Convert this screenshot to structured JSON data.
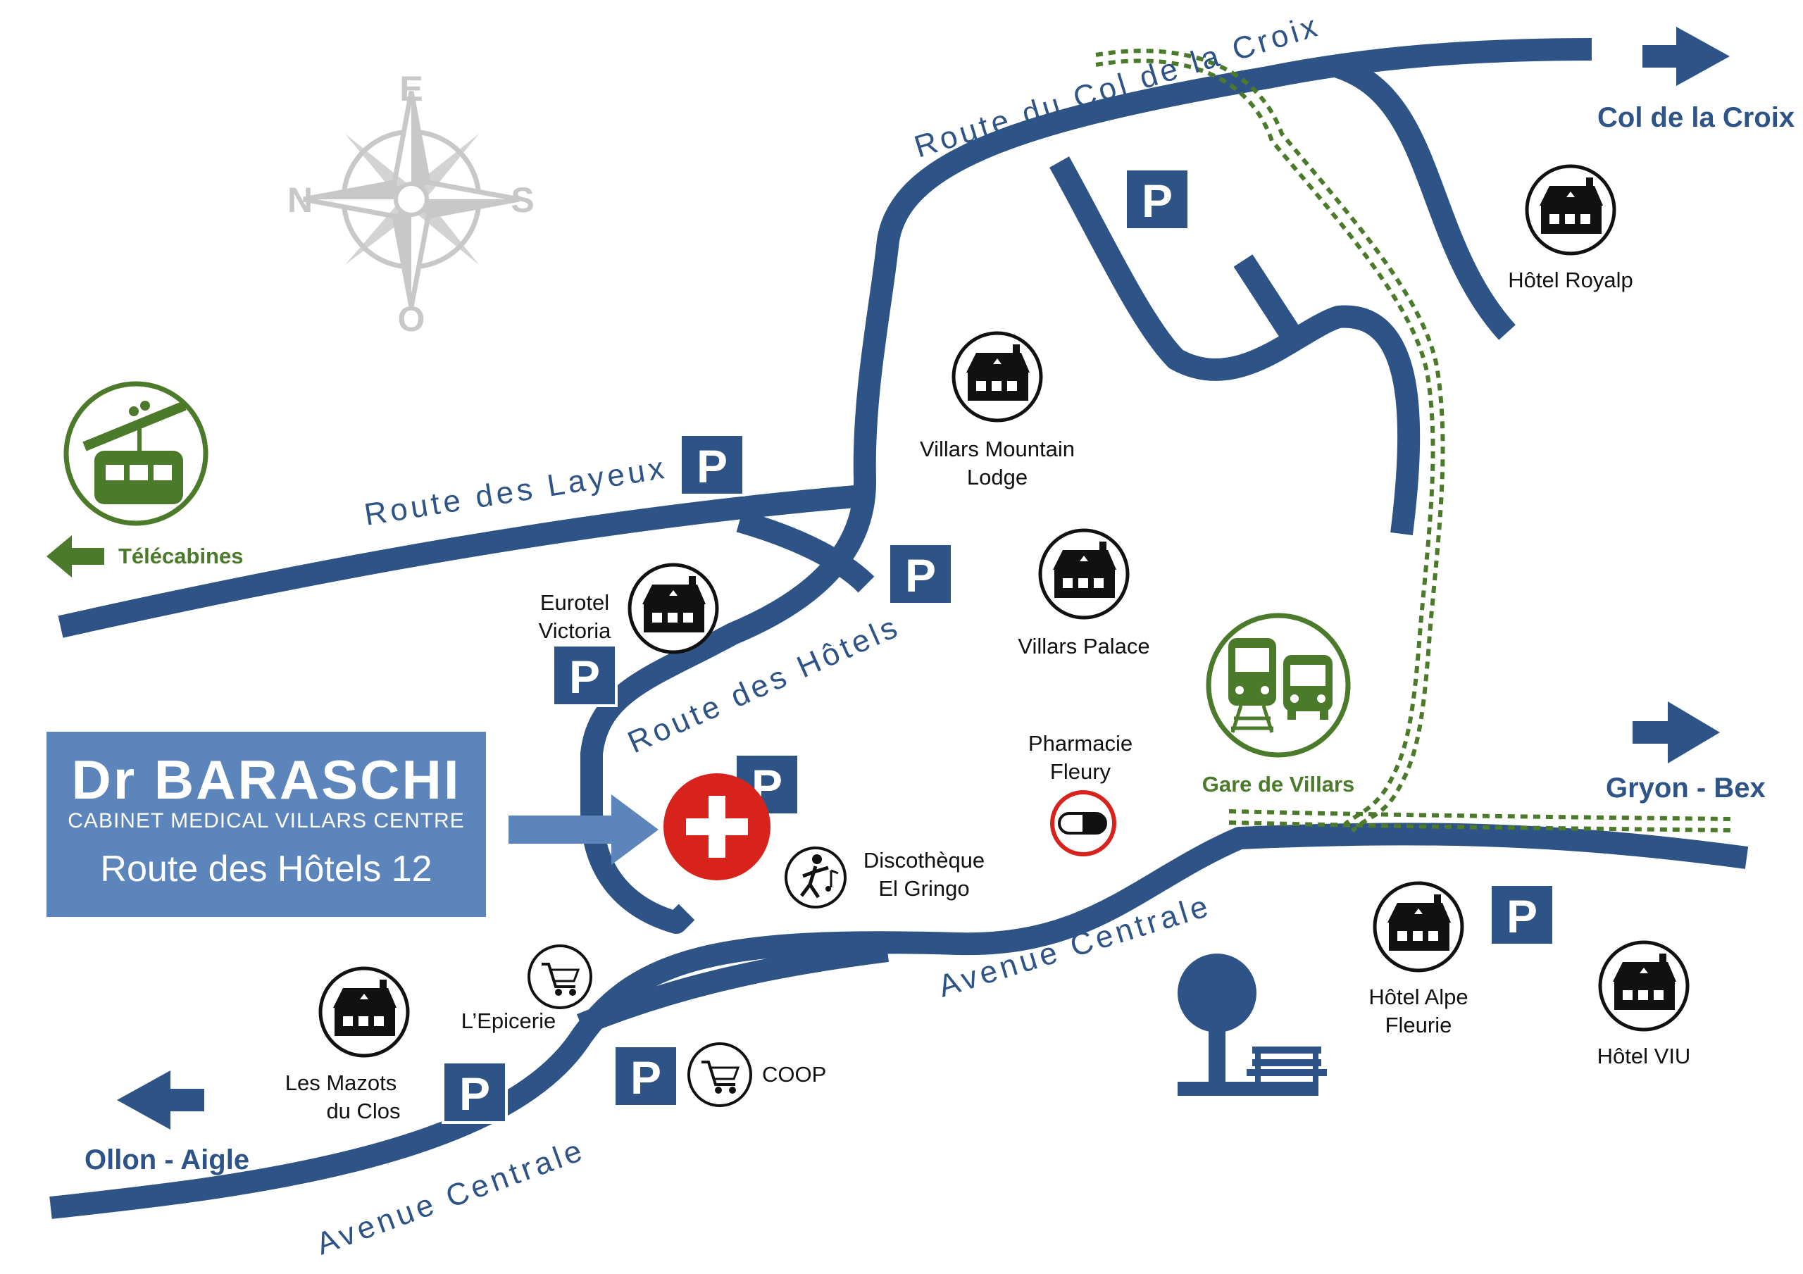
{
  "colors": {
    "road_blue": "#2e5386",
    "trail_green": "#4b7a2a",
    "banner_bg": "#5c85bc",
    "medical_red": "#d8231d",
    "compass_grey": "#c8c8c8"
  },
  "banner": {
    "name": "Dr BARASCHI",
    "subtitle": "CABINET MEDICAL VILLARS CENTRE",
    "address": "Route des Hôtels 12"
  },
  "compass": {
    "north": "N",
    "east": "E",
    "south": "S",
    "west": "O"
  },
  "streets": {
    "col_de_la_croix": "Route du Col de la Croix",
    "layeux": "Route des Layeux",
    "hotels": "Route des Hôtels",
    "centrale_mid": "Avenue Centrale",
    "centrale_low": "Avenue Centrale"
  },
  "destinations": {
    "col_de_la_croix": "Col de la Croix",
    "gryon_bex": "Gryon - Bex",
    "ollon_aigle": "Ollon - Aigle",
    "telecabines": "Télécabines",
    "gare": "Gare de Villars"
  },
  "places": {
    "royalp": "Hôtel Royalp",
    "mountain_lodge_1": "Villars Mountain",
    "mountain_lodge_2": "Lodge",
    "eurotel_1": "Eurotel",
    "eurotel_2": "Victoria",
    "villars_palace": "Villars Palace",
    "pharmacie_1": "Pharmacie",
    "pharmacie_2": "Fleury",
    "disco_1": "Discothèque",
    "disco_2": "El Gringo",
    "epicerie": "L’Epicerie",
    "mazots_1": "Les Mazots",
    "mazots_2": "du Clos",
    "coop": "COOP",
    "alpe_1": "Hôtel Alpe",
    "alpe_2": "Fleurie",
    "viu": "Hôtel VIU"
  },
  "parking_label": "P",
  "icons": [
    "compass-rose-icon",
    "cable-car-icon",
    "hotel-icon",
    "parking-icon",
    "medical-cross-icon",
    "pharmacy-icon",
    "disco-icon",
    "shopping-cart-icon",
    "train-icon",
    "bus-icon",
    "tree-icon",
    "bench-icon",
    "arrow-right-icon",
    "arrow-left-icon"
  ]
}
